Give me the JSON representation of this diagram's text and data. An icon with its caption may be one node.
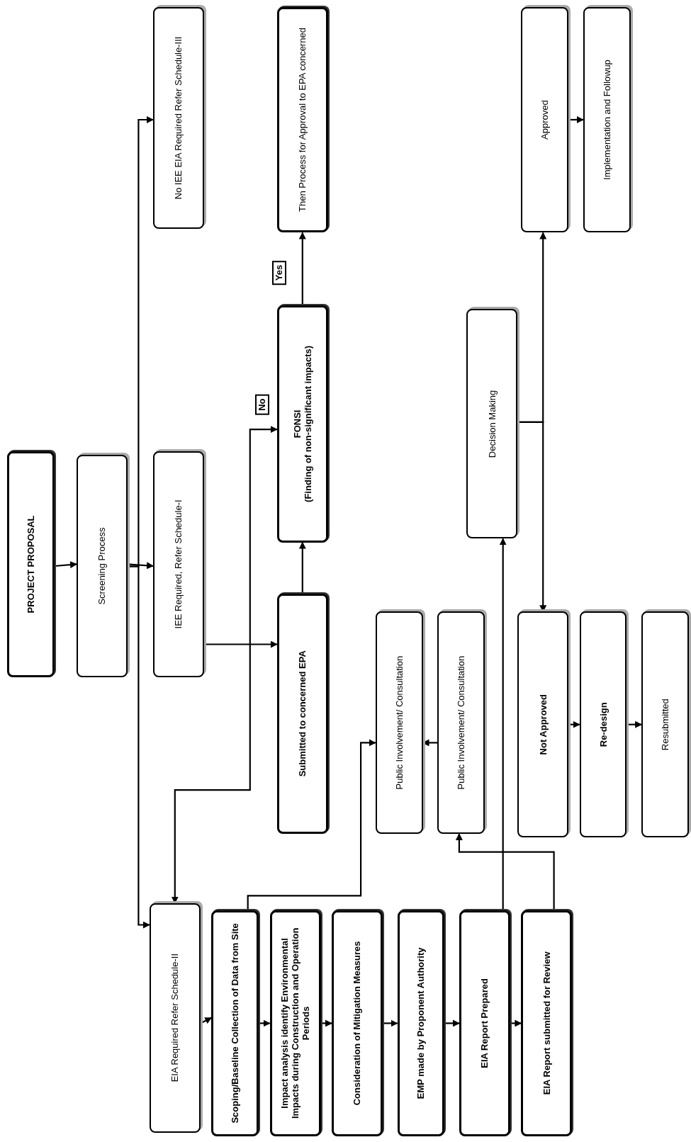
{
  "diagram": {
    "nodes": [
      {
        "text": [
          "PROJECT PROPOSAL"
        ]
      },
      {
        "text": [
          "Screening Process"
        ]
      },
      {
        "text": [
          "EIA Required Refer Schedule-II"
        ]
      },
      {
        "text": [
          "IEE Required, Refer Schedule-I"
        ]
      },
      {
        "text": [
          "No IEE EIA Required Refer Schedule-III"
        ]
      },
      {
        "text": [
          "Scoping/Baseline Collection of Data from Site"
        ]
      },
      {
        "text": [
          "Impact analysis identify Environmental Impacts during Construction and Operation Periods"
        ]
      },
      {
        "text": [
          "Consideration of Mitigation Measures"
        ]
      },
      {
        "text": [
          "EMP made by Proponent Authority"
        ]
      },
      {
        "text": [
          "EIA Report Prepared"
        ]
      },
      {
        "text": [
          "EIA Report submitted for Review"
        ]
      },
      {
        "text": [
          "Submitted to concerned EPA"
        ]
      },
      {
        "text": [
          "FONSI",
          "(Finding of non-significant impacts)"
        ]
      },
      {
        "text": [
          "Then Process for Approval to EPA concerned"
        ]
      },
      {
        "text": [
          "Public Involvement/ Consultation"
        ]
      },
      {
        "text": [
          "Public Involvement/ Consultation"
        ]
      },
      {
        "text": [
          "Decision Making"
        ]
      },
      {
        "text": [
          "Not Approved"
        ]
      },
      {
        "text": [
          "Re-design"
        ]
      },
      {
        "text": [
          "Resubmitted"
        ]
      },
      {
        "text": [
          "Approved"
        ]
      },
      {
        "text": [
          "Implementation and Followup"
        ]
      }
    ],
    "edges": [
      {
        "from": 0,
        "to": 1,
        "arrow": "to"
      },
      {
        "from": 1,
        "to": 2,
        "arrow": "to"
      },
      {
        "from": 1,
        "to": 3,
        "arrow": "to"
      },
      {
        "from": 1,
        "to": 4,
        "arrow": "to"
      },
      {
        "from": 2,
        "to": 5,
        "arrow": "to"
      },
      {
        "from": 5,
        "to": 6,
        "arrow": "to"
      },
      {
        "from": 6,
        "to": 7,
        "arrow": "to"
      },
      {
        "from": 7,
        "to": 8,
        "arrow": "to"
      },
      {
        "from": 8,
        "to": 9,
        "arrow": "to"
      },
      {
        "from": 9,
        "to": 10,
        "arrow": "to"
      },
      {
        "from": 3,
        "to": 11,
        "arrow": "to"
      },
      {
        "from": 11,
        "to": 12,
        "arrow": "to"
      },
      {
        "from": 12,
        "to": 13,
        "arrow": "to",
        "label": "Yes"
      },
      {
        "from": 12,
        "to": 2,
        "arrow": "both",
        "label": "No"
      },
      {
        "from": 5,
        "to": 14,
        "arrow": "to"
      },
      {
        "from": 15,
        "to": 14,
        "arrow": "to"
      },
      {
        "from": 10,
        "to": 15,
        "arrow": "to"
      },
      {
        "from": 9,
        "to": 16,
        "arrow": "to"
      },
      {
        "from": 16,
        "to": 17,
        "arrow": "to"
      },
      {
        "from": 16,
        "to": 20,
        "arrow": "to"
      },
      {
        "from": 17,
        "to": 18,
        "arrow": "to"
      },
      {
        "from": 18,
        "to": 19,
        "arrow": "to"
      },
      {
        "from": 20,
        "to": 21,
        "arrow": "to"
      }
    ]
  }
}
